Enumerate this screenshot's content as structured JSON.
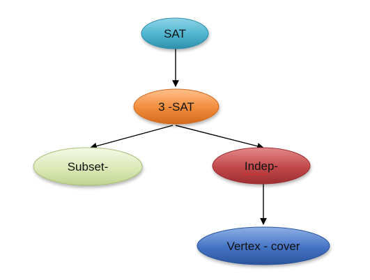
{
  "nodes": [
    {
      "id": "sat",
      "label": "SAT",
      "color": "#4db3cf"
    },
    {
      "id": "three-sat",
      "label": "3 -SAT",
      "color": "#f08b3a"
    },
    {
      "id": "subset",
      "label": "Subset-",
      "color": "#dce9b8"
    },
    {
      "id": "indep",
      "label": "Indep-",
      "color": "#c1484a"
    },
    {
      "id": "vertex-cover",
      "label": "Vertex - cover",
      "color": "#4472c4"
    }
  ],
  "edges": [
    {
      "from": "sat",
      "to": "three-sat"
    },
    {
      "from": "three-sat",
      "to": "subset"
    },
    {
      "from": "three-sat",
      "to": "indep"
    },
    {
      "from": "indep",
      "to": "vertex-cover"
    }
  ]
}
